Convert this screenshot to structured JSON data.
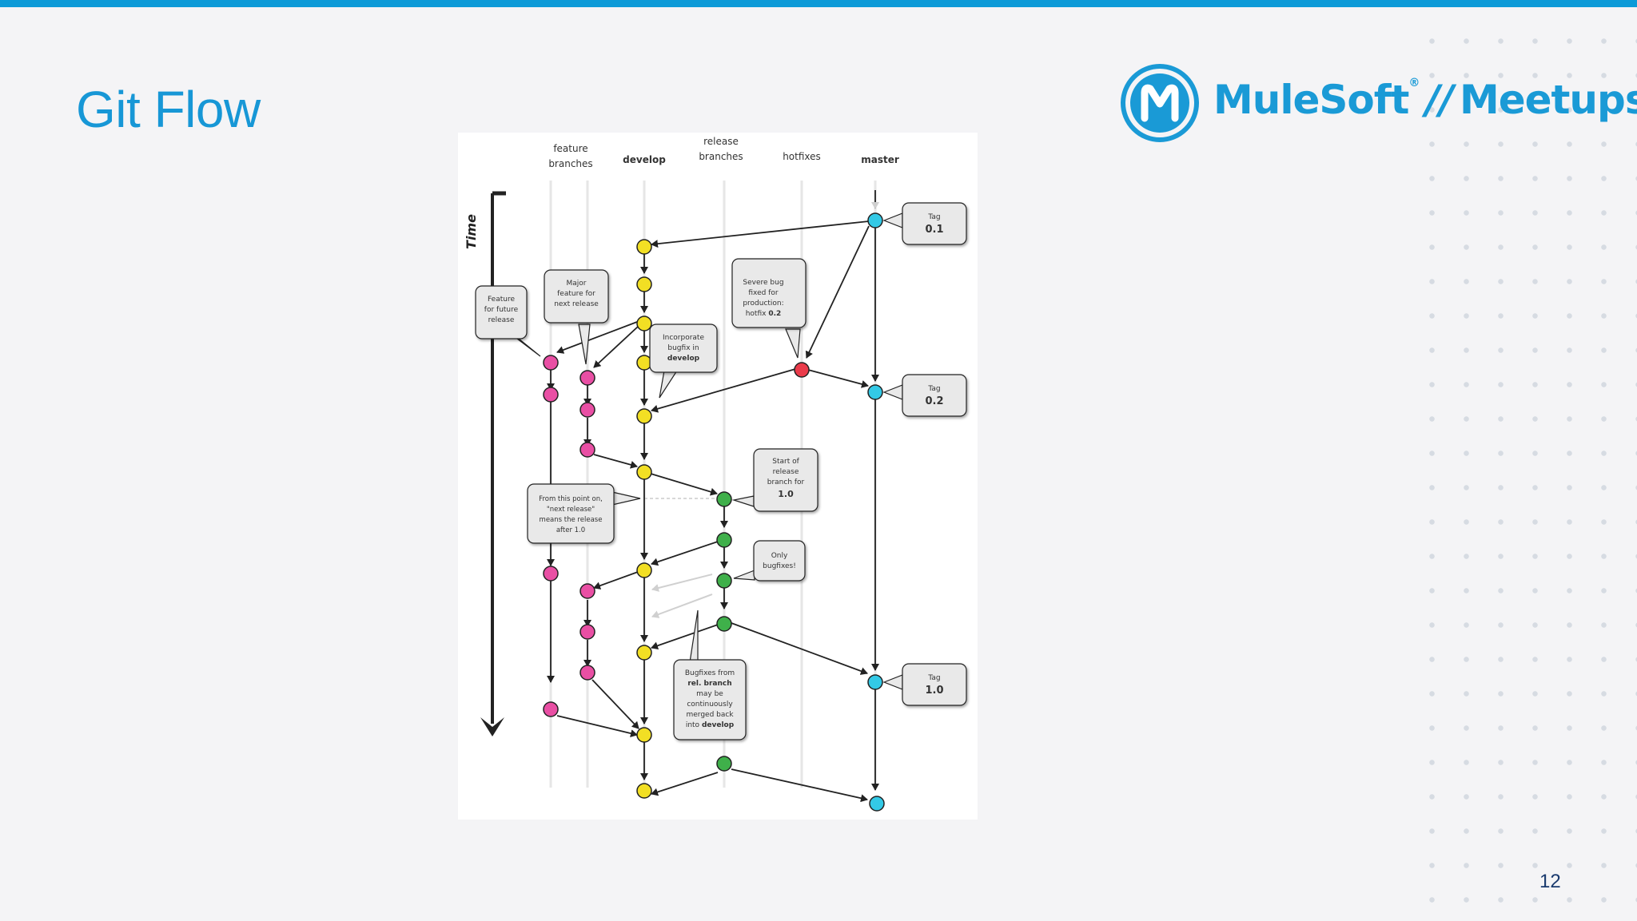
{
  "slide": {
    "title": "Git Flow",
    "page_number": "12"
  },
  "logo": {
    "brand": "MuleSoft",
    "separator": "//",
    "product": "Meetups",
    "trademark": "®",
    "color": "#1a9ad6"
  },
  "diagram": {
    "columns": {
      "feature_line1": "feature",
      "feature_line2": "branches",
      "develop": "develop",
      "release_line1": "release",
      "release_line2": "branches",
      "hotfixes": "hotfixes",
      "master": "master"
    },
    "time_label": "Time",
    "tags": {
      "tag_word": "Tag",
      "tag1": "0.1",
      "tag2": "0.2",
      "tag3": "1.0"
    },
    "callouts": {
      "feature_future": [
        "Feature",
        "for future",
        "release"
      ],
      "major_feature": [
        "Major",
        "feature for",
        "next release"
      ],
      "severe_bug": [
        "Severe bug",
        "fixed for",
        "production:"
      ],
      "severe_bug_pre": "hotfix ",
      "severe_bug_bold": "0.2",
      "incorporate": [
        "Incorporate",
        "bugfix in"
      ],
      "incorporate_bold": "develop",
      "start_release": [
        "Start of",
        "release",
        "branch for"
      ],
      "start_release_bold": "1.0",
      "from_this_point": [
        "From this point on,",
        "\"next release\"",
        "means the release",
        "after 1.0"
      ],
      "only_bugfixes": [
        "Only",
        "bugfixes!"
      ],
      "bugfixes_from": "Bugfixes from",
      "bugfixes_bold1": "rel. branch",
      "bugfixes_lines": [
        "may be",
        "continuously",
        "merged back"
      ],
      "bugfixes_pre": "into ",
      "bugfixes_bold2": "develop"
    },
    "colors": {
      "develop": "#f2df24",
      "feature": "#e94fa4",
      "release": "#3fb04a",
      "hotfix": "#ea3b4a",
      "master": "#33c9e6",
      "accent": "#0d9ad8"
    }
  }
}
